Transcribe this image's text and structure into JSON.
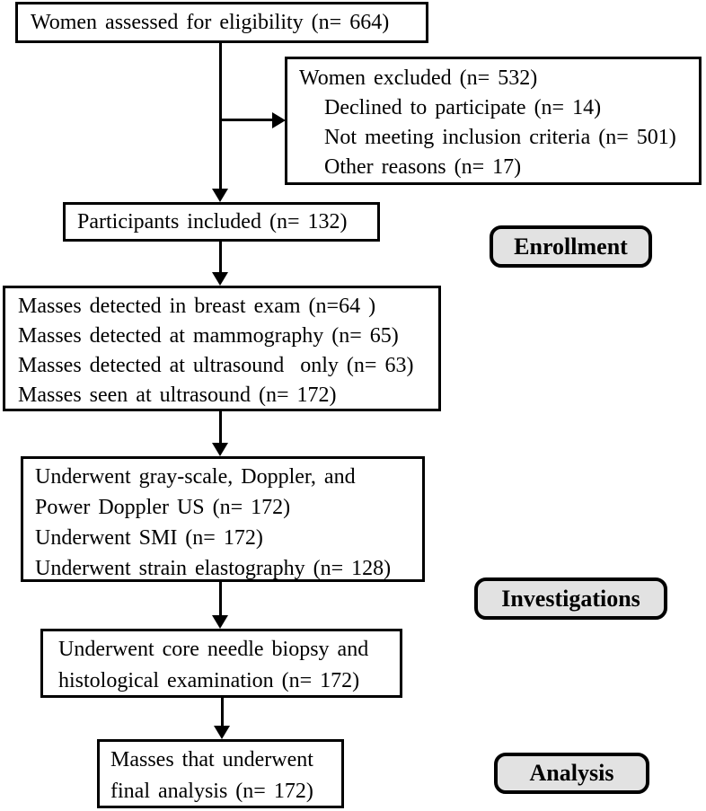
{
  "flow": {
    "eligibility": {
      "text": "Women assessed for eligibility (n= 664)"
    },
    "excluded": {
      "title": "Women excluded (n= 532)",
      "items": [
        "Declined to participate (n= 14)",
        "Not meeting inclusion criteria (n= 501)",
        "Other reasons (n= 17)"
      ]
    },
    "participants": {
      "text": "Participants included (n= 132)"
    },
    "masses": {
      "lines": [
        "Masses detected in breast exam (n=64 )",
        "Masses detected at mammography (n= 65)",
        "Masses detected at ultrasound  only (n= 63)",
        "Masses seen at ultrasound (n= 172)"
      ]
    },
    "investigations_box": {
      "lines": [
        "Underwent gray-scale, Doppler, and",
        "Power Doppler US (n= 172)",
        "Underwent SMI (n= 172)",
        "Underwent strain elastography (n= 128)"
      ]
    },
    "biopsy": {
      "lines": [
        "Underwent core needle biopsy and",
        "histological examination (n= 172)"
      ]
    },
    "final_analysis": {
      "lines": [
        "Masses that underwent",
        "final analysis (n= 172)"
      ]
    }
  },
  "stage_labels": {
    "enrollment": "Enrollment",
    "investigations": "Investigations",
    "analysis": "Analysis"
  },
  "colors": {
    "box_border": "#000000",
    "stage_label_fill": "#e2e2e2",
    "background": "#ffffff",
    "text": "#000000"
  }
}
